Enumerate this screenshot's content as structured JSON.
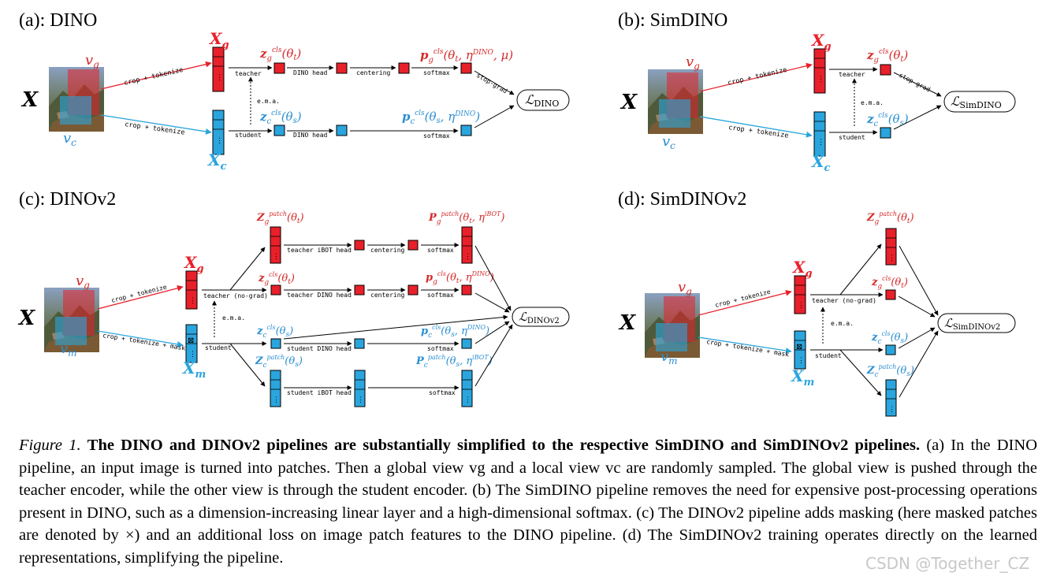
{
  "panels": {
    "a": "(a): DINO",
    "b": "(b): SimDINO",
    "c": "(c): DINOv2",
    "d": "(d): SimDINOv2"
  },
  "labels": {
    "crop_tokenize": "crop + tokenize",
    "crop_tokenize_mask": "crop + tokenize + mask",
    "teacher": "teacher",
    "teacher_nograd": "teacher (no-grad)",
    "student": "student",
    "ema": "e.m.a.",
    "dino_head": "DINO head",
    "ibot_head_teacher": "teacher iBOT head",
    "dino_head_teacher": "teacher DINO head",
    "dino_head_student": "student DINO head",
    "ibot_head_student": "student iBOT head",
    "centering": "centering",
    "softmax": "softmax",
    "stop_grad": "stop-grad"
  },
  "math": {
    "X": "X",
    "Xg": "X",
    "Xg_sub": "g",
    "Xc": "X",
    "Xc_sub": "c",
    "Xm": "X",
    "Xm_sub": "m",
    "vg": "v",
    "vg_sub": "g",
    "vc": "v",
    "vc_sub": "c",
    "vm": "v",
    "vm_sub": "m",
    "L_DINO": "DINO",
    "L_SimDINO": "SimDINO",
    "L_DINOv2": "DINOv2",
    "L_SimDINOv2": "SimDINOv2"
  },
  "caption": {
    "fig_label": "Figure 1.",
    "bold": "The DINO and DINOv2 pipelines are substantially simplified to the respective SimDINO and SimDINOv2 pipelines.",
    "body": "(a) In the DINO pipeline, an input image is turned into patches. Then a global view vg and a local view vc are randomly sampled. The global view is pushed through the teacher encoder, while the other view is through the student encoder. (b) The SimDINO pipeline removes the need for expensive post-processing operations present in DINO, such as a dimension-increasing linear layer and a high-dimensional softmax. (c) The DINOv2 pipeline adds masking (here masked patches are denoted by ×) and an additional loss on image patch features to the DINO pipeline. (d) The SimDINOv2 training operates directly on the learned representations, simplifying the pipeline."
  },
  "watermark": "CSDN @Together_CZ",
  "colors": {
    "red": "#e8202a",
    "blue": "#2aa5dd",
    "red_text": "#d42a2a",
    "blue_text": "#2a8ed0"
  }
}
